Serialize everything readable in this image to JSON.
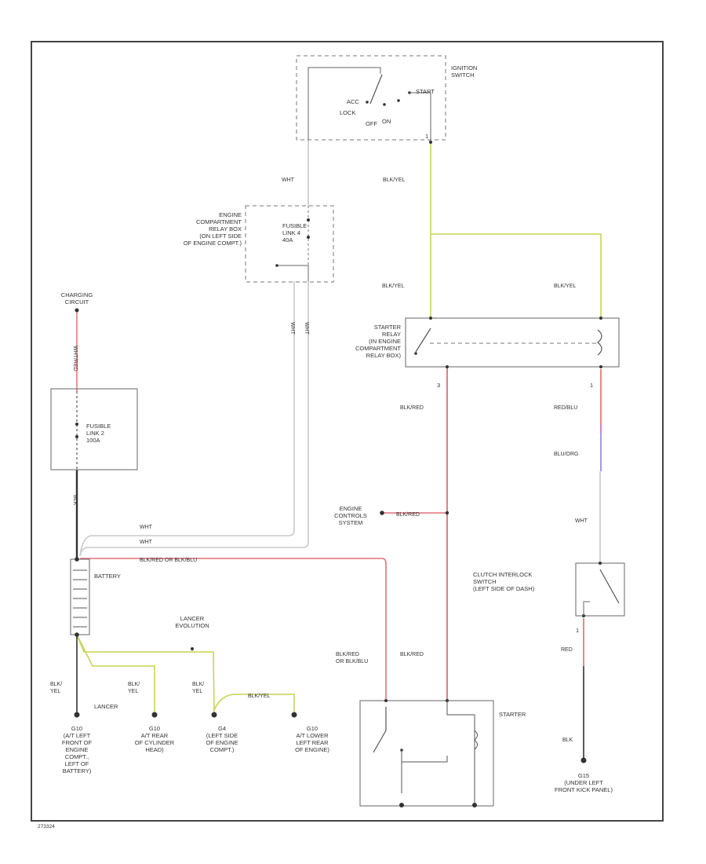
{
  "components": {
    "ignition_switch": {
      "name": "IGNITION\nSWITCH",
      "acc": "ACC",
      "lock": "LOCK",
      "off": "OFF",
      "on": "ON",
      "start": "START",
      "pin": "1"
    },
    "relay_box": {
      "name": "ENGINE\nCOMPARTMENT\nRELAY BOX\n(ON LEFT SIDE\nOF ENGINE COMPT.)",
      "fusible_link": "FUSIBLE\nLINK 4\n40A"
    },
    "charging_circuit": "CHARGING\nCIRCUIT",
    "fusible_link_2": "FUSIBLE\nLINK 2\n100A",
    "starter_relay": {
      "name": "STARTER\nRELAY\n(IN ENGINE\nCOMPARTMENT\nRELAY BOX)",
      "pin_left": "3",
      "pin_right": "1"
    },
    "engine_controls": "ENGINE\nCONTROLS\nSYSTEM",
    "battery": "BATTERY",
    "clutch_switch": {
      "name": "CLUTCH INTERLOCK\nSWITCH\n(LEFT SIDE OF DASH)",
      "pin": "1"
    },
    "starter": "STARTER",
    "lancer_evolution": "LANCER\nEVOLUTION",
    "lancer": "LANCER"
  },
  "wires": {
    "wht": "WHT",
    "blk_yel": "BLK/YEL",
    "blk_red": "BLK/RED",
    "red_blu": "RED/BLU",
    "blu_org": "BLU/ORG",
    "red": "RED",
    "blk": "BLK",
    "wht_red": "WHT/RED",
    "blk_alt": "BLK",
    "blk_red_or": "BLK/RED    OR BLK/BLU",
    "blk_red_or_stacked": "BLK/RED\nOR BLK/BLU",
    "blk_yel_short": "BLK/\nYEL",
    "blk_yel_g": "BLK/\nYEL"
  },
  "grounds": {
    "g1": "G10\n(A/T LEFT\nFRONT OF\nENGINE\nCOMPT.,\nLEFT OF\nBATTERY)",
    "g2": "G10\nA/T REAR\nOF CYLINDER\nHEAD)",
    "g3": "G4\n(LEFT SIDE\nOF ENGINE\nCOMPT.)",
    "g4": "G10\nA/T LOWER\nLEFT REAR\nOF ENGINE)",
    "g5": "G15\n(UNDER LEFT\nFRONT KICK PANEL)"
  },
  "figure_code": "273324",
  "colors": {
    "wht_wire": "#c8c8c8",
    "blk_yel_wire": "#c8d35a",
    "blk_red_wire": "#e0707a",
    "red_wire": "#e26a6a",
    "blu_wire": "#8c82dc",
    "blk_wire": "#333333"
  }
}
